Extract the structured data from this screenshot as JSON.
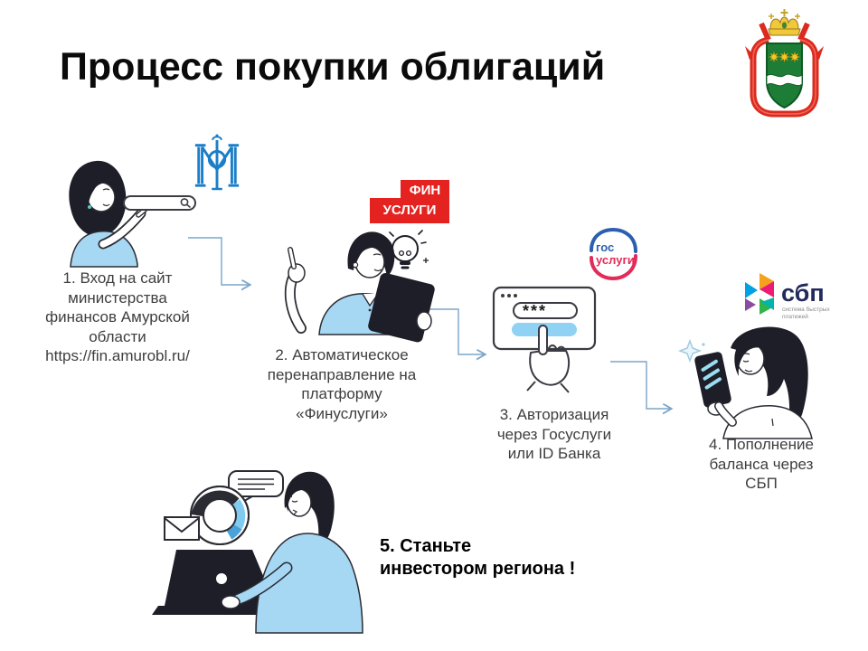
{
  "title": "Процесс покупки облигаций",
  "steps": [
    {
      "caption": "1. Вход на сайт\nминистерства\nфинансов Амурской\nобласти\nhttps://fin.amurobl.ru/"
    },
    {
      "caption": "2. Автоматическое\nперенаправление на\nплатформу\n«Финуслуги»"
    },
    {
      "caption": "3. Авторизация\nчерез Госуслуги\nили ID  Банка"
    },
    {
      "caption": "4. Пополнение\nбаланса через\nСБП"
    },
    {
      "caption": "5. Станьте\nинвестором региона !"
    }
  ],
  "logos": {
    "minfin": {
      "name": "Монограмма Минфина"
    },
    "finuslugi": {
      "line1": "ФИН",
      "line2": "УСЛУГИ"
    },
    "gosuslugi": {
      "line1": "гос",
      "line2": "услуги"
    },
    "sbp": {
      "name": "сбп",
      "sub1": "система быстрых",
      "sub2": "платежей"
    }
  },
  "illustration_text": {
    "password_mask": "***"
  },
  "colors": {
    "connector": "#7ba6c9",
    "illustration_blue": "#a6d7f3",
    "ink": "#1e1e28",
    "finuslugi_red": "#e42320",
    "gosuslugi_blue": "#2c5fb0",
    "gosuslugi_red": "#e22b59",
    "sbp_navy": "#222a5c",
    "coat_green": "#1d7c35",
    "coat_red": "#da2b1e",
    "coat_gold": "#f5c929",
    "minfin_blue": "#1b7ec8"
  }
}
